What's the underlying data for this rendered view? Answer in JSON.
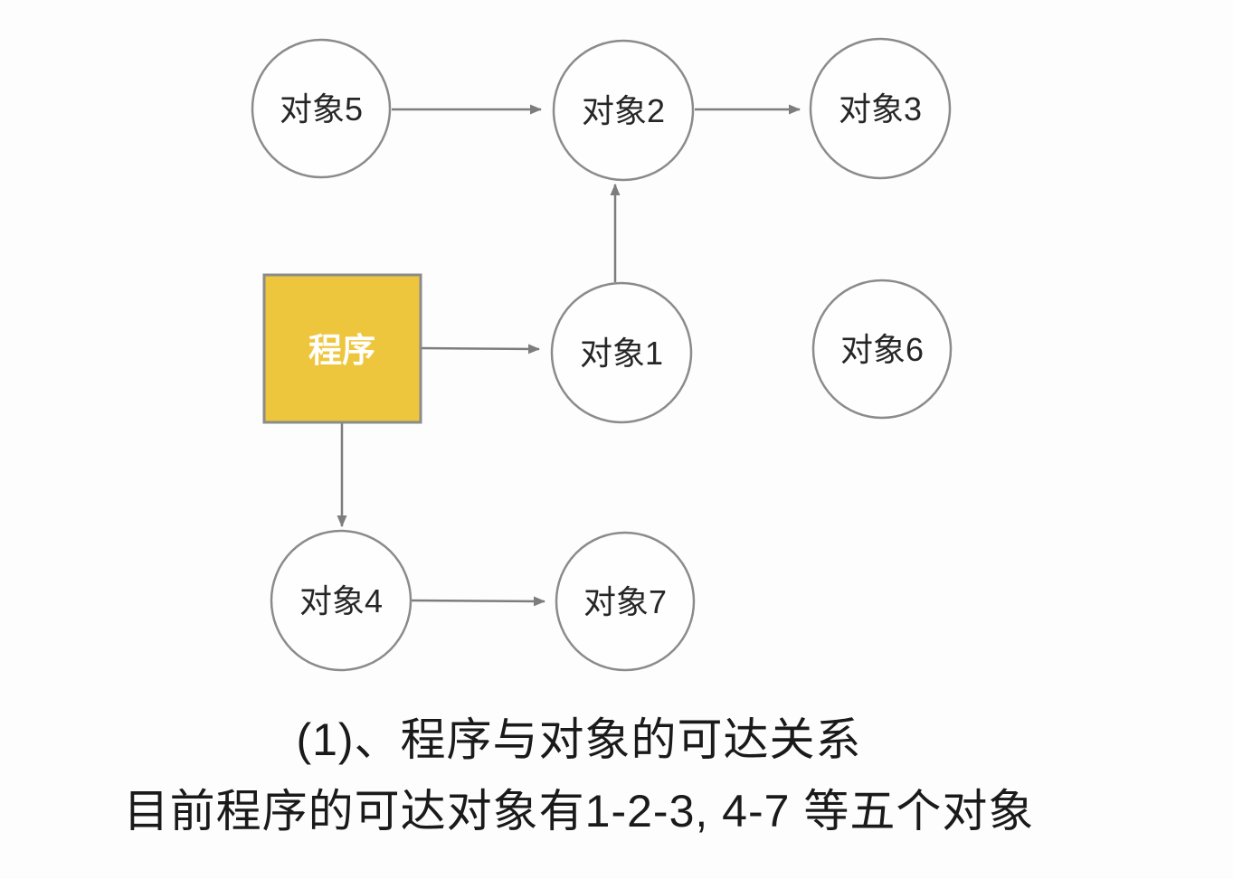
{
  "page": {
    "background": "#fdfdfd"
  },
  "diagram": {
    "program_node": {
      "label": "程序",
      "fill": "#eec63e",
      "label_color": "#ffffff"
    },
    "nodes": [
      {
        "id": "object5",
        "label": "对象5"
      },
      {
        "id": "object2",
        "label": "对象2"
      },
      {
        "id": "object3",
        "label": "对象3"
      },
      {
        "id": "object1",
        "label": "对象1"
      },
      {
        "id": "object6",
        "label": "对象6"
      },
      {
        "id": "object4",
        "label": "对象4"
      },
      {
        "id": "object7",
        "label": "对象7"
      }
    ],
    "edges": [
      {
        "from": "对象5",
        "to": "对象2"
      },
      {
        "from": "对象2",
        "to": "对象3"
      },
      {
        "from": "对象1",
        "to": "对象2"
      },
      {
        "from": "程序",
        "to": "对象1"
      },
      {
        "from": "程序",
        "to": "对象4"
      },
      {
        "from": "对象4",
        "to": "对象7"
      }
    ],
    "colors": {
      "node_stroke": "#8b8b8b",
      "arrow": "#7d7d7d",
      "node_label": "#262626",
      "caption_text": "#1a1a1a"
    }
  },
  "caption": {
    "line1": "(1)、程序与对象的可达关系",
    "line2": "目前程序的可达对象有1-2-3, 4-7 等五个对象"
  }
}
